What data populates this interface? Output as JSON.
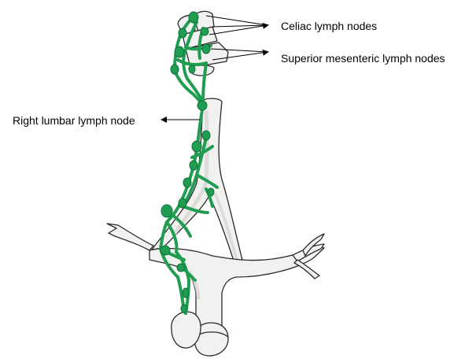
{
  "labels": {
    "celiac": "Celiac lymph nodes",
    "superior_mesenteric": "Superior mesenteric lymph nodes",
    "right_lumbar": "Right lumbar lymph node"
  },
  "colors": {
    "lymph": "#1f9e52",
    "lymph_dark": "#13703a",
    "vessel_fill": "#f1f1ef",
    "vessel_shade": "#d8d8d6",
    "outline": "#2a2a2a"
  },
  "icons": {
    "lymph_node": "green-node-icon",
    "arrow": "arrowhead-icon"
  }
}
